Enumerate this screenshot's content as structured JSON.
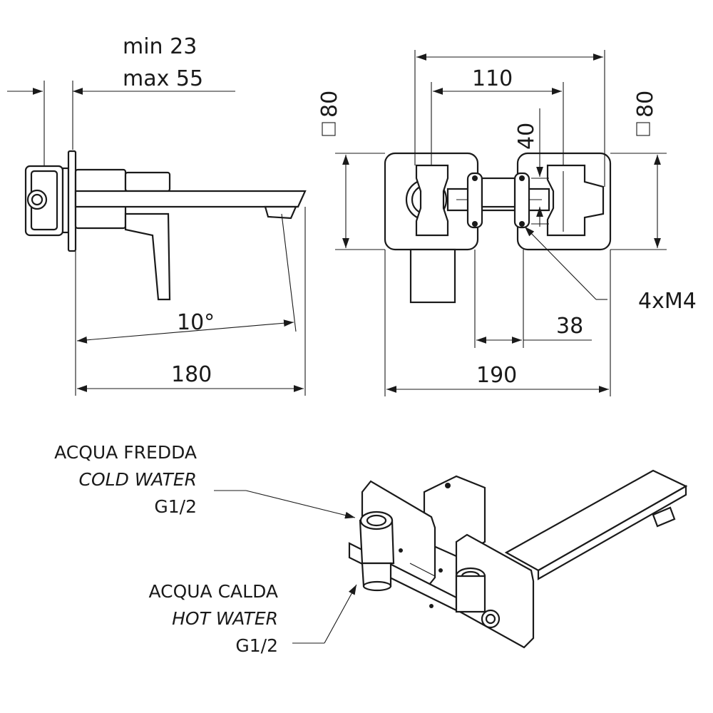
{
  "side_view": {
    "depth_min": "min 23",
    "depth_max": "max 55",
    "angle": "10°",
    "length": "180"
  },
  "front_view": {
    "plate_left": "80",
    "plate_right": "80",
    "overall_outer": "110",
    "vertical_spacing": "40",
    "screws": "4xM4",
    "offset": "38",
    "total_width": "190"
  },
  "iso_view": {
    "cold_it": "ACQUA FREDDA",
    "cold_en": "COLD WATER",
    "cold_thread": "G1/2",
    "hot_it": "ACQUA CALDA",
    "hot_en": "HOT WATER",
    "hot_thread": "G1/2"
  }
}
